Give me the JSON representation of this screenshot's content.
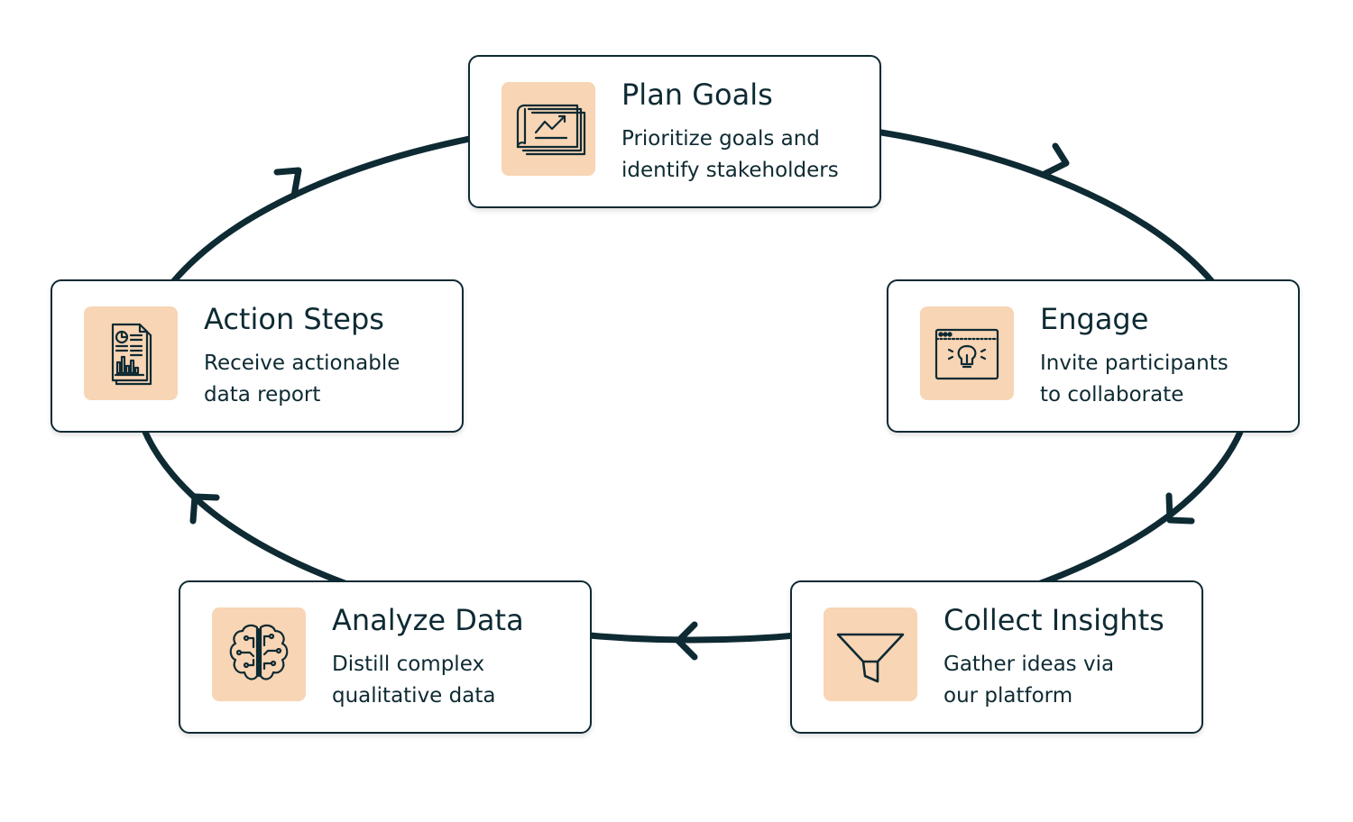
{
  "colors": {
    "stroke": "#0e2a33",
    "icon_bg": "#f8d5b4",
    "card_bg": "#ffffff"
  },
  "steps": [
    {
      "id": "plan-goals",
      "title": "Plan Goals",
      "desc_line1": "Prioritize goals and",
      "desc_line2": "identify stakeholders",
      "icon": "blueprint-chart-icon"
    },
    {
      "id": "engage",
      "title": "Engage",
      "desc_line1": "Invite participants",
      "desc_line2": "to collaborate",
      "icon": "browser-lightbulb-icon"
    },
    {
      "id": "collect-insights",
      "title": "Collect Insights",
      "desc_line1": "Gather ideas via",
      "desc_line2": "our platform",
      "icon": "funnel-icon"
    },
    {
      "id": "analyze-data",
      "title": "Analyze Data",
      "desc_line1": "Distill complex",
      "desc_line2": "qualitative data",
      "icon": "brain-circuit-icon"
    },
    {
      "id": "action-steps",
      "title": "Action Steps",
      "desc_line1": "Receive actionable",
      "desc_line2": "data report",
      "icon": "report-document-icon"
    }
  ]
}
